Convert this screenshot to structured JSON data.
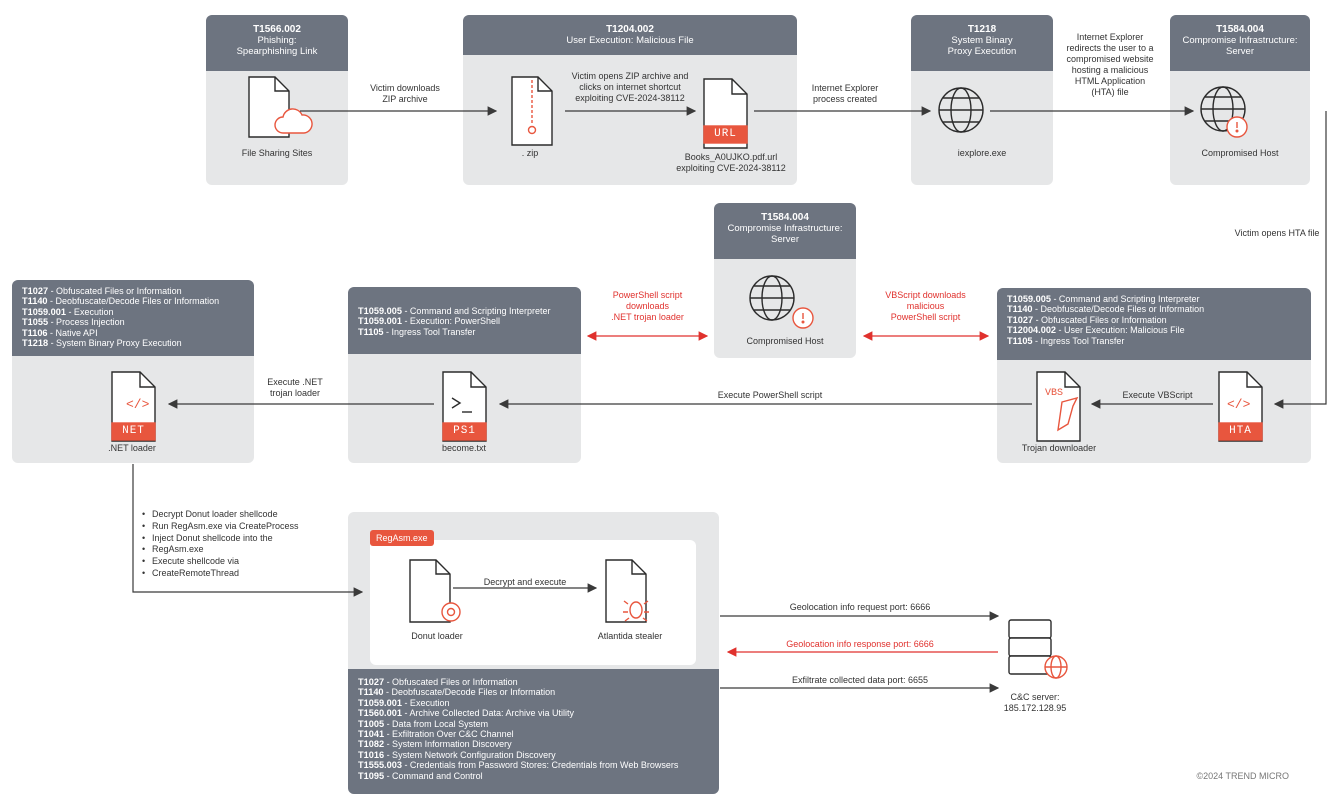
{
  "boxes": {
    "phishing": {
      "code": "T1566.002",
      "title": "Phishing: Spearphishing Link",
      "caption": "File Sharing Sites"
    },
    "user_exec": {
      "code": "T1204.002",
      "title": "User Execution: Malicious File",
      "zip_caption": ". zip",
      "url_caption_1": "Books_A0UJKO.pdf.url",
      "url_caption_2": "exploiting CVE-2024-38112",
      "url_badge": "URL"
    },
    "proxy": {
      "code": "T1218",
      "title_1": "System Binary",
      "title_2": "Proxy Execution",
      "caption": "iexplore.exe"
    },
    "compromise_top": {
      "code": "T1584.004",
      "title_1": "Compromise Infrastructure:",
      "title_2": "Server",
      "caption": "Compromised Host"
    },
    "compromise_mid": {
      "code": "T1584.004",
      "title_1": "Compromise Infrastructure:",
      "title_2": "Server",
      "caption": "Compromised Host"
    },
    "dotnet": {
      "techniques": [
        {
          "code": "T1027",
          "name": " - Obfuscated Files or Information"
        },
        {
          "code": "T1140",
          "name": " - Deobfuscate/Decode Files or Information"
        },
        {
          "code": "T1059.001",
          "name": " - Execution"
        },
        {
          "code": "T1055",
          "name": " - Process Injection"
        },
        {
          "code": "T1106",
          "name": " - Native API"
        },
        {
          "code": "T1218",
          "name": " - System Binary Proxy Execution"
        }
      ],
      "badge": "NET",
      "caption": ".NET loader"
    },
    "ps": {
      "techniques": [
        {
          "code": "T1059.005",
          "name": " - Command and Scripting Interpreter"
        },
        {
          "code": "T1059.001",
          "name": " - Execution: PowerShell"
        },
        {
          "code": "T1105",
          "name": " - Ingress Tool Transfer"
        }
      ],
      "badge": "PS1",
      "caption": "become.txt"
    },
    "hta": {
      "techniques": [
        {
          "code": "T1059.005",
          "name": " - Command and Scripting Interpreter"
        },
        {
          "code": "T1140",
          "name": " - Deobfuscate/Decode Files or Information"
        },
        {
          "code": "T1027",
          "name": " - Obfuscated Files or Information"
        },
        {
          "code": "T12004.002",
          "name": " - User Execution: Malicious File"
        },
        {
          "code": "T1105",
          "name": " - Ingress Tool Transfer"
        }
      ],
      "vbs_badge": "VBS",
      "vbs_caption": "Trojan downloader",
      "hta_badge": "HTA"
    },
    "regasm": {
      "tag": "RegAsm.exe",
      "donut_caption": "Donut loader",
      "stealer_caption": "Atlantida stealer",
      "decrypt_label": "Decrypt and execute",
      "techniques": [
        {
          "code": "T1027",
          "name": " - Obfuscated Files or Information"
        },
        {
          "code": "T1140",
          "name": " - Deobfuscate/Decode Files or Information"
        },
        {
          "code": "T1059.001",
          "name": " - Execution"
        },
        {
          "code": "T1560.001",
          "name": " - Archive Collected Data: Archive via Utility"
        },
        {
          "code": "T1005",
          "name": " - Data from Local System"
        },
        {
          "code": "T1041",
          "name": " - Exfiltration Over C&C Channel"
        },
        {
          "code": "T1082",
          "name": " - System Information Discovery"
        },
        {
          "code": "T1016",
          "name": " - System Network Configuration Discovery"
        },
        {
          "code": "T1555.003",
          "name": " - Credentials from Password Stores: Credentials from Web Browsers"
        },
        {
          "code": "T1095",
          "name": " - Command and Control"
        }
      ]
    }
  },
  "arrows": {
    "a1_l1": "Victim downloads",
    "a1_l2": "ZIP archive",
    "a2_l1": "Victim opens ZIP archive and",
    "a2_l2": "clicks on internet shortcut",
    "a2_l3": "exploiting CVE-2024-38112",
    "a3_l1": "Internet Explorer",
    "a3_l2": "process created",
    "a4_l1": "Internet Explorer",
    "a4_l2": "redirects the user to a",
    "a4_l3": "compromised website",
    "a4_l4": "hosting a malicious",
    "a4_l5": "HTML Application",
    "a4_l6": "(HTA) file",
    "a5": "Victim opens HTA file",
    "ps_dl_l1": "PowerShell script",
    "ps_dl_l2": "downloads",
    "ps_dl_l3": ".NET trojan loader",
    "vbs_dl_l1": "VBScript downloads",
    "vbs_dl_l2": "malicious",
    "vbs_dl_l3": "PowerShell script",
    "exec_vbs": "Execute VBScript",
    "exec_ps": "Execute PowerShell script",
    "exec_net_l1": "Execute .NET",
    "exec_net_l2": "trojan loader",
    "geo_req": "Geolocation info request port: 6666",
    "geo_resp": "Geolocation info response port: 6666",
    "exfil": "Exfiltrate collected data port: 6655"
  },
  "loader_steps": [
    "Decrypt Donut loader shellcode",
    "Run RegAsm.exe via CreateProcess",
    "Inject Donut shellcode into the",
    "RegAsm.exe",
    "Execute shellcode via",
    "CreateRemoteThread"
  ],
  "c2": {
    "label": "C&C server:",
    "ip": "185.172.128.95"
  },
  "copyright": "©2024 TREND MICRO",
  "colors": {
    "header": "#6d7480",
    "box": "#e6e7e8",
    "accent": "#e8563e",
    "red_arrow": "#e0312d"
  }
}
